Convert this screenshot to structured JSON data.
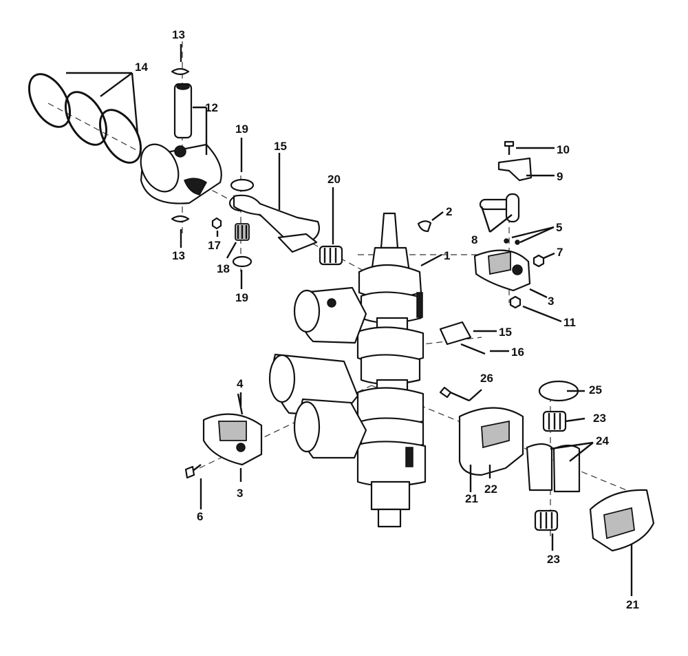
{
  "callouts": {
    "c1": "1",
    "c2": "2",
    "c3a": "3",
    "c3b": "3",
    "c4": "4",
    "c5": "5",
    "c6": "6",
    "c7": "7",
    "c8": "8",
    "c9": "9",
    "c10": "10",
    "c11": "11",
    "c12": "12",
    "c13a": "13",
    "c13b": "13",
    "c14": "14",
    "c15a": "15",
    "c15b": "15",
    "c16": "16",
    "c17": "17",
    "c18": "18",
    "c19a": "19",
    "c19b": "19",
    "c20": "20",
    "c21a": "21",
    "c21b": "21",
    "c22": "22",
    "c23a": "23",
    "c23b": "23",
    "c24": "24",
    "c25": "25",
    "c26": "26"
  }
}
